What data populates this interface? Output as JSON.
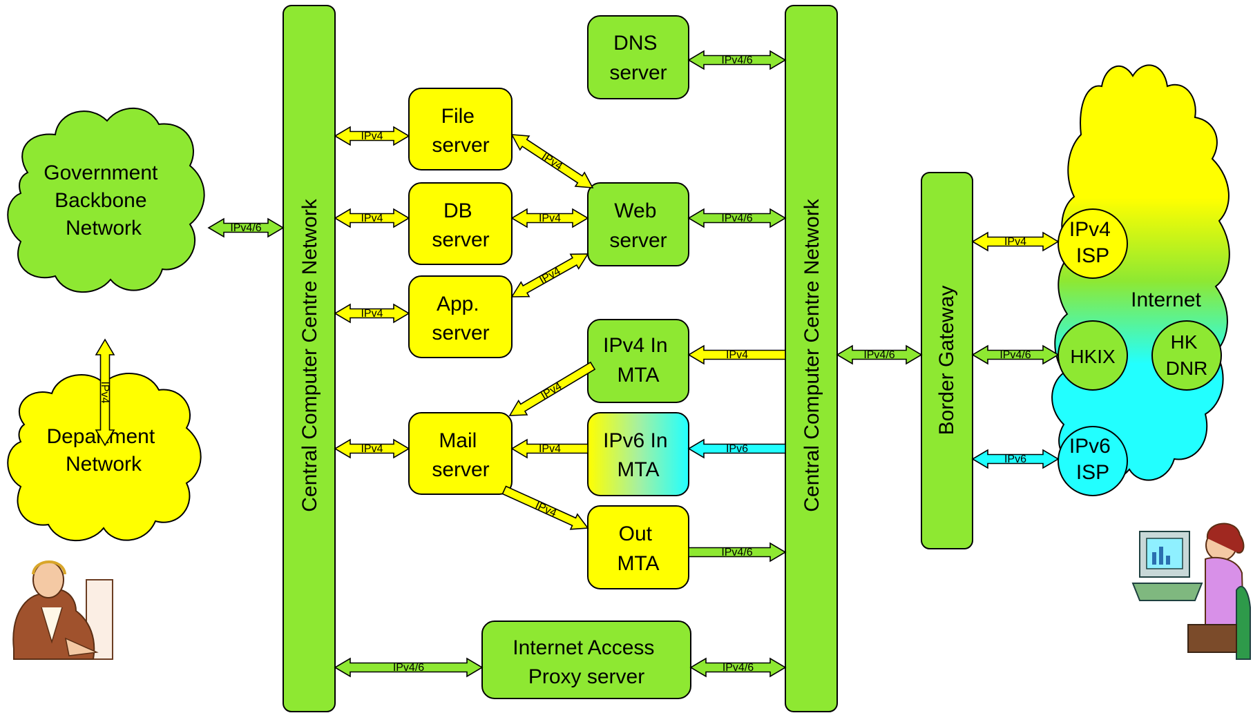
{
  "colors": {
    "green": "#8ee832",
    "yellow": "#ffff00",
    "cyan": "#22ffff",
    "outline": "#000000"
  },
  "clouds": {
    "government": [
      "Government",
      "Backbone",
      "Network"
    ],
    "department": [
      "Department",
      "Network"
    ],
    "internet": "Internet"
  },
  "networks": {
    "left": "Central Computer Centre Network",
    "right": "Central Computer Centre Network",
    "gateway": "Border Gateway"
  },
  "servers": {
    "dns": [
      "DNS",
      "server"
    ],
    "file": [
      "File",
      "server"
    ],
    "db": [
      "DB",
      "server"
    ],
    "app": [
      "App.",
      "server"
    ],
    "web": [
      "Web",
      "server"
    ],
    "ipv4_in_mta": [
      "IPv4 In",
      "MTA"
    ],
    "mail": [
      "Mail",
      "server"
    ],
    "ipv6_in_mta": [
      "IPv6 In",
      "MTA"
    ],
    "out_mta": [
      "Out",
      "MTA"
    ],
    "proxy": [
      "Internet Access",
      "Proxy server"
    ]
  },
  "isps": {
    "ipv4_isp": [
      "IPv4",
      "ISP"
    ],
    "hkix": "HKIX",
    "hk_dnr": [
      "HK",
      "DNR"
    ],
    "ipv6_isp": [
      "IPv6",
      "ISP"
    ]
  },
  "links": {
    "gov_to_ccc": "IPv4/6",
    "gov_to_dept": "IPv4",
    "ccc_to_file": "IPv4",
    "ccc_to_db": "IPv4",
    "ccc_to_app": "IPv4",
    "ccc_to_mail": "IPv4",
    "ccc_to_proxy": "IPv4/6",
    "file_to_web": "IPv4",
    "db_to_web": "IPv4",
    "app_to_web": "IPv4",
    "dns_to_ccc2": "IPv4/6",
    "web_to_ccc2": "IPv4/6",
    "ccc2_to_ipv4mta": "IPv4",
    "ipv4mta_to_mail": "IPv4",
    "ipv6mta_to_mail": "IPv4",
    "ccc2_to_ipv6mta": "IPv6",
    "mail_to_outmta": "IPv4",
    "outmta_to_ccc2": "IPv4/6",
    "proxy_to_ccc2": "IPv4/6",
    "ccc2_to_gateway": "IPv4/6",
    "gateway_to_ipv4isp": "IPv4",
    "gateway_to_hkix": "IPv4/6",
    "gateway_to_ipv6isp": "IPv6"
  }
}
